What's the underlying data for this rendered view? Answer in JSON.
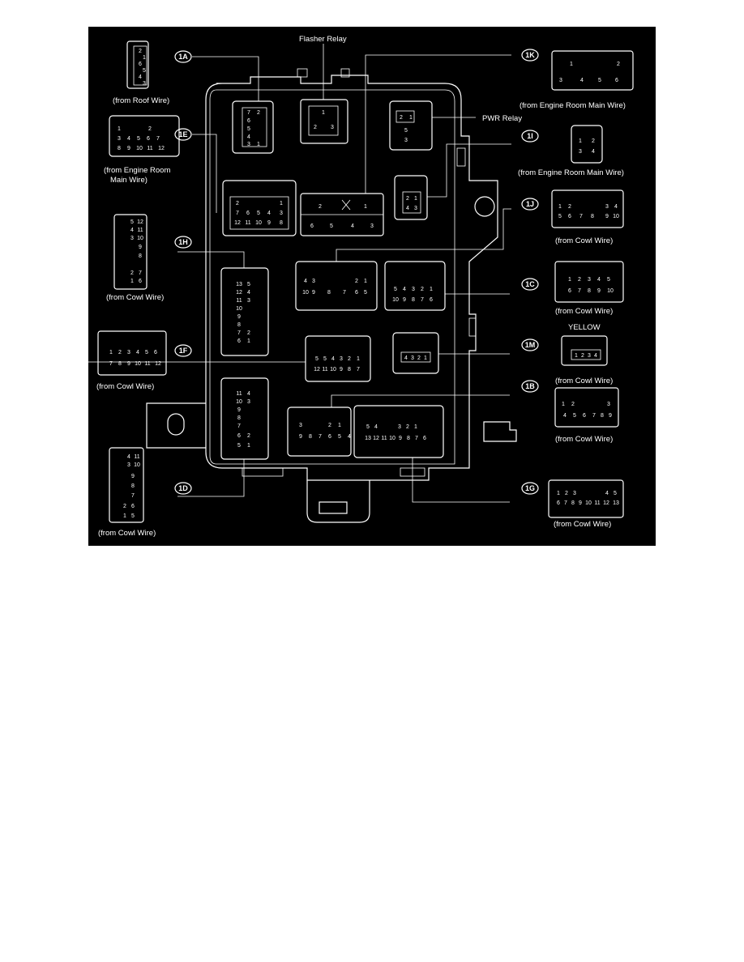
{
  "labels": {
    "flasher_relay": "Flasher Relay",
    "pwr_relay": "PWR Relay",
    "yellow": "YELLOW",
    "from_roof_wire": "(from Roof Wire)",
    "from_engine_room_main_wire": "(from Engine Room Main Wire)",
    "from_engine_room_1": "(from Engine Room",
    "from_engine_room_2": "Main Wire)",
    "from_cowl_wire": "(from Cowl Wire)"
  },
  "connectors": {
    "c1A": {
      "tag": "1A",
      "pins": [
        "2",
        "1",
        "6",
        "5",
        "4",
        "3"
      ]
    },
    "c1K": {
      "tag": "1K",
      "pins": [
        "1",
        "2",
        "3",
        "4",
        "5",
        "6"
      ]
    },
    "c1E": {
      "tag": "1E",
      "pins": [
        "1",
        "2",
        "3",
        "4",
        "5",
        "6",
        "7",
        "8",
        "9",
        "10",
        "11",
        "12"
      ]
    },
    "c1I": {
      "tag": "1I",
      "pins": [
        "1",
        "2",
        "3",
        "4"
      ]
    },
    "c1J": {
      "tag": "1J",
      "pins": [
        "1",
        "2",
        "3",
        "4",
        "5",
        "6",
        "7",
        "8",
        "9",
        "10"
      ]
    },
    "c1H": {
      "tag": "1H",
      "pins": [
        "5",
        "12",
        "4",
        "11",
        "3",
        "10",
        "9",
        "8",
        "2",
        "7",
        "1",
        "6"
      ]
    },
    "c1C": {
      "tag": "1C",
      "pins": [
        "1",
        "2",
        "3",
        "4",
        "5",
        "6",
        "7",
        "8",
        "9",
        "10"
      ]
    },
    "c1F": {
      "tag": "1F",
      "pins": [
        "1",
        "2",
        "3",
        "4",
        "5",
        "6",
        "7",
        "8",
        "9",
        "10",
        "11",
        "12"
      ]
    },
    "c1M": {
      "tag": "1M",
      "pins": [
        "1",
        "2",
        "3",
        "4"
      ]
    },
    "c1B": {
      "tag": "1B",
      "pins": [
        "1",
        "2",
        "3",
        "4",
        "5",
        "6",
        "7",
        "8",
        "9"
      ]
    },
    "c1D": {
      "tag": "1D",
      "pins": [
        "4",
        "11",
        "3",
        "10",
        "9",
        "8",
        "7",
        "2",
        "6",
        "1",
        "5"
      ]
    },
    "c1G": {
      "tag": "1G",
      "pins": [
        "1",
        "2",
        "3",
        "4",
        "5",
        "6",
        "7",
        "8",
        "9",
        "10",
        "11",
        "12",
        "13"
      ]
    }
  },
  "block_sockets": {
    "s1A": [
      "7",
      "2",
      "6",
      "5",
      "4",
      "3",
      "1"
    ],
    "flasher": [
      "1",
      "2",
      "3"
    ],
    "pwr": [
      "2",
      "1",
      "5",
      "3"
    ],
    "s1E": [
      "2",
      "1",
      "7",
      "6",
      "5",
      "4",
      "3",
      "12",
      "11",
      "10",
      "9",
      "8"
    ],
    "s1K": [
      "2",
      "1",
      "6",
      "5",
      "4",
      "3"
    ],
    "s1I": [
      "2",
      "1",
      "4",
      "3"
    ],
    "s1J": [
      "4",
      "3",
      "2",
      "1",
      "10",
      "9",
      "8",
      "7",
      "6",
      "5"
    ],
    "s1C": [
      "5",
      "4",
      "3",
      "2",
      "1",
      "10",
      "9",
      "8",
      "7",
      "6"
    ],
    "s1H": [
      "13",
      "5",
      "12",
      "4",
      "11",
      "3",
      "10",
      "9",
      "8",
      "7",
      "2",
      "6",
      "1"
    ],
    "s1F": [
      "5",
      "5",
      "4",
      "3",
      "2",
      "1",
      "12",
      "11",
      "10",
      "9",
      "8",
      "7"
    ],
    "s1M": [
      "4",
      "3",
      "2",
      "1"
    ],
    "s1D": [
      "11",
      "4",
      "10",
      "3",
      "9",
      "8",
      "7",
      "6",
      "2",
      "5",
      "1"
    ],
    "s1B": [
      "3",
      "2",
      "1",
      "9",
      "8",
      "7",
      "6",
      "5",
      "4"
    ],
    "s1G": [
      "5",
      "4",
      "3",
      "2",
      "1",
      "13",
      "12",
      "11",
      "10",
      "9",
      "8",
      "7",
      "6"
    ]
  },
  "colors": {
    "background": "#000000",
    "line": "#ffffff",
    "page": "#ffffff"
  }
}
